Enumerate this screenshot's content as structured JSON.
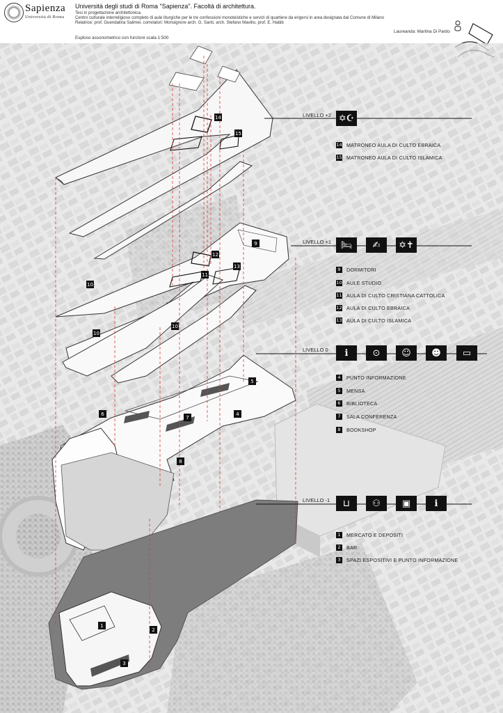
{
  "header": {
    "university_name": "Sapienza",
    "university_sub": "Università di Roma",
    "title": "Università degli studi di Roma \"Sapienza\". Facoltà di architettura.",
    "lines": [
      "Tesi in progettazione architettonica.",
      "Centro culturale interreligioso completo di aule liturgiche per le tre confessioni monoteistiche e servizi di quartiere da erigersi in area designata dal Comune di Milano",
      "Relatrice: prof. Guendalina Salimei, correlatori: Monsignore arch. G. Santi, arch. Stefano Mavilio, prof. E. Habib"
    ],
    "scale_note": "Esploso assonometrico con funzioni scala 1:500",
    "student": "Laureanda: Martina Di Pardo"
  },
  "levels": [
    {
      "label": "LIVELLO +2",
      "icons": [
        "faith-symbols-icon"
      ],
      "legend": [
        {
          "num": "14",
          "text": "MATRONEO AULA DI CULTO EBRAICA"
        },
        {
          "num": "15",
          "text": "MATRONEO AULA DI CULTO ISLAMICA"
        }
      ]
    },
    {
      "label": "LIVELLO +1",
      "icons": [
        "bed-icon",
        "study-desk-icon",
        "faith-symbols-icon"
      ],
      "legend": [
        {
          "num": "9",
          "text": "DORMITORI"
        },
        {
          "num": "10",
          "text": "AULE STUDIO"
        },
        {
          "num": "11",
          "text": "AULA DI CULTO CRISTIANA CATTOLICA"
        },
        {
          "num": "12",
          "text": "AULA DI CULTO EBRAICA"
        },
        {
          "num": "13",
          "text": "AULA DI CULTO ISLAMICA"
        }
      ]
    },
    {
      "label": "LIVELLO 0",
      "icons": [
        "info-point-icon",
        "dining-plate-icon",
        "reader-icon",
        "conference-icon",
        "open-book-icon"
      ],
      "legend": [
        {
          "num": "4",
          "text": "PUNTO INFORMAZIONE"
        },
        {
          "num": "5",
          "text": "MENSA"
        },
        {
          "num": "6",
          "text": "BIBLIOTECA"
        },
        {
          "num": "7",
          "text": "SALA CONFERENZA"
        },
        {
          "num": "8",
          "text": "BOOKSHOP"
        }
      ]
    },
    {
      "label": "LIVELLO -1",
      "icons": [
        "market-basket-icon",
        "bar-table-icon",
        "exhibition-frame-icon",
        "info-point-icon"
      ],
      "legend": [
        {
          "num": "1",
          "text": "MERCATO E DEPOSITI"
        },
        {
          "num": "2",
          "text": "BAR"
        },
        {
          "num": "3",
          "text": "SPAZI ESPOSITIVI E PUNTO INFORMAZIONE"
        }
      ]
    }
  ],
  "plan_markers": [
    "14",
    "15",
    "9",
    "12",
    "13",
    "11",
    "10",
    "10",
    "10",
    "5",
    "6",
    "7",
    "4",
    "8",
    "1",
    "2",
    "3"
  ]
}
